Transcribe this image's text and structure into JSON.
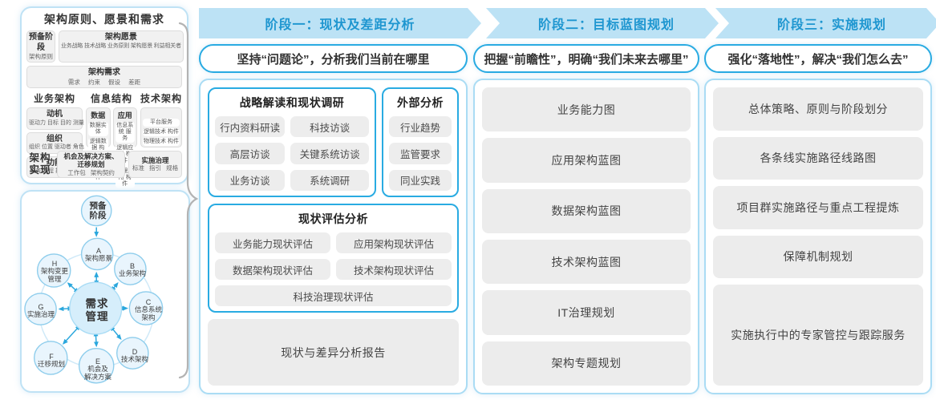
{
  "colors": {
    "accent_blue": "#29abe2",
    "band_background": "#bce2f5",
    "band_text": "#1e96d0",
    "gray_box": "#ececec",
    "panel_border": "#bfe2f5"
  },
  "left": {
    "top_panel": {
      "title": "架构原则、愿景和需求",
      "prep": {
        "title": "预备阶段",
        "sub": "架构原则"
      },
      "vision": {
        "title": "架构愿景",
        "sub": "业务战略 技术战略 业务原则 架构愿景 利益相关者"
      },
      "req": {
        "title": "架构需求",
        "sub": "需求 约束 假设 差距"
      },
      "biz": {
        "title": "业务架构",
        "items": [
          {
            "title": "动机",
            "sub": "驱动力 目标 目的 测量"
          },
          {
            "title": "组织",
            "sub": "组织 位置 驱动者 角色"
          },
          {
            "title": "功能",
            "sub": "服务 流程 控制 功能"
          }
        ]
      },
      "info": {
        "title": "信息结构",
        "data": {
          "title": "数据",
          "items": [
            "数据实体",
            "逻辑数据\n构件",
            "物理数据\n构件"
          ]
        },
        "app": {
          "title": "应用",
          "items": [
            "信息系统\n服务",
            "逻辑应用\n构件",
            "物理应用\n构件"
          ]
        }
      },
      "tech": {
        "title": "技术架构",
        "items": [
          "平台服务",
          "逻辑技术\n构件",
          "物理技术\n构件"
        ]
      },
      "impl": {
        "label": "架构\n实现",
        "box1_title": "机会及解决方案、\n迁移规划",
        "box1_sub": "工作包 架构契约",
        "box2_title": "实施治理",
        "box2_sub": "标准 指引 规格"
      }
    },
    "adm": {
      "prelim": "预备\n阶段",
      "center": "需求\n管理",
      "nodes": [
        {
          "letter": "A",
          "label": "架构愿景"
        },
        {
          "letter": "B",
          "label": "业务架构"
        },
        {
          "letter": "C",
          "label": "信息系统\n架构"
        },
        {
          "letter": "D",
          "label": "技术架构"
        },
        {
          "letter": "E",
          "label": "机会及\n解决方案"
        },
        {
          "letter": "F",
          "label": "迁移规划"
        },
        {
          "letter": "G",
          "label": "实施治理"
        },
        {
          "letter": "H",
          "label": "架构变更\n管理"
        }
      ]
    }
  },
  "phases": [
    {
      "header": "阶段一：现状及差距分析",
      "subtitle": "坚持“问题论”，分析我们当前在哪里"
    },
    {
      "header": "阶段二：目标蓝图规划",
      "subtitle": "把握“前瞻性”，明确“我们未来去哪里”",
      "boxes": [
        "业务能力图",
        "应用架构蓝图",
        "数据架构蓝图",
        "技术架构蓝图",
        "IT治理规划",
        "架构专题规划"
      ]
    },
    {
      "header": "阶段三：实施规划",
      "subtitle": "强化“落地性”，解决“我们怎么去”",
      "boxes": [
        "总体策略、原则与阶段划分",
        "各条线实施路径线路图",
        "项目群实施路径与重点工程提炼",
        "保障机制规划",
        "实施执行中的专家管控与跟踪服务"
      ]
    }
  ],
  "phase1": {
    "strategy": {
      "title": "战略解读和现状调研",
      "items": [
        "行内资料研读",
        "科技访谈",
        "高层访谈",
        "关键系统访谈",
        "业务访谈",
        "系统调研"
      ]
    },
    "external": {
      "title": "外部分析",
      "items": [
        "行业趋势",
        "监管要求",
        "同业实践"
      ]
    },
    "assess": {
      "title": "现状评估分析",
      "items": [
        "业务能力现状评估",
        "应用架构现状评估",
        "数据架构现状评估",
        "技术架构现状评估"
      ],
      "wide": "科技治理现状评估"
    },
    "report": "现状与差异分析报告"
  }
}
